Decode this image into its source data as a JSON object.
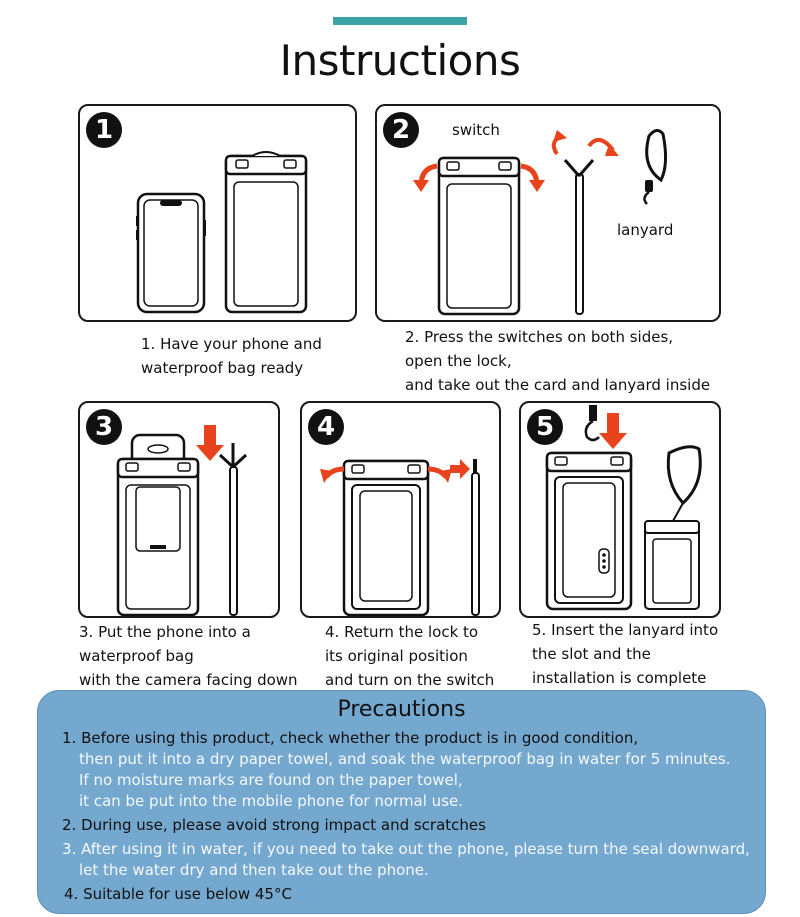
{
  "title": "Instructions",
  "steps": [
    {
      "number": "1",
      "caption": [
        "1. Have your phone and",
        "waterproof bag ready"
      ]
    },
    {
      "number": "2",
      "labels": {
        "switch": "switch",
        "lanyard": "lanyard"
      },
      "caption": [
        "2. Press the switches on both sides,",
        "open the lock,",
        "and take out the card and lanyard inside"
      ]
    },
    {
      "number": "3",
      "caption": [
        "3. Put the phone into a",
        "waterproof bag",
        "with the camera facing down"
      ]
    },
    {
      "number": "4",
      "caption": [
        "4. Return the lock to",
        "its original position",
        "and turn on the switch"
      ]
    },
    {
      "number": "5",
      "caption": [
        "5. Insert the lanyard into",
        "the slot and the",
        "installation is complete"
      ]
    }
  ],
  "precautions": {
    "title": "Precautions",
    "lines": [
      "1. Before using this product, check whether the product is in good condition,",
      "then put it into a dry paper towel, and soak the waterproof bag in water for 5 minutes.",
      "If no moisture marks are found on the paper towel,",
      "it can be put into the mobile phone for normal use.",
      "2. During use, please avoid strong impact and scratches",
      "3. After using it in water, if you need to take out the phone, please turn the seal downward,",
      "let the water dry and then take out the phone.",
      "4. Suitable for use below 45°C"
    ]
  },
  "colors": {
    "accent_bar": "#3aa3a3",
    "arrow": "#e8431c",
    "precaution_bg": "#75a8cf"
  }
}
